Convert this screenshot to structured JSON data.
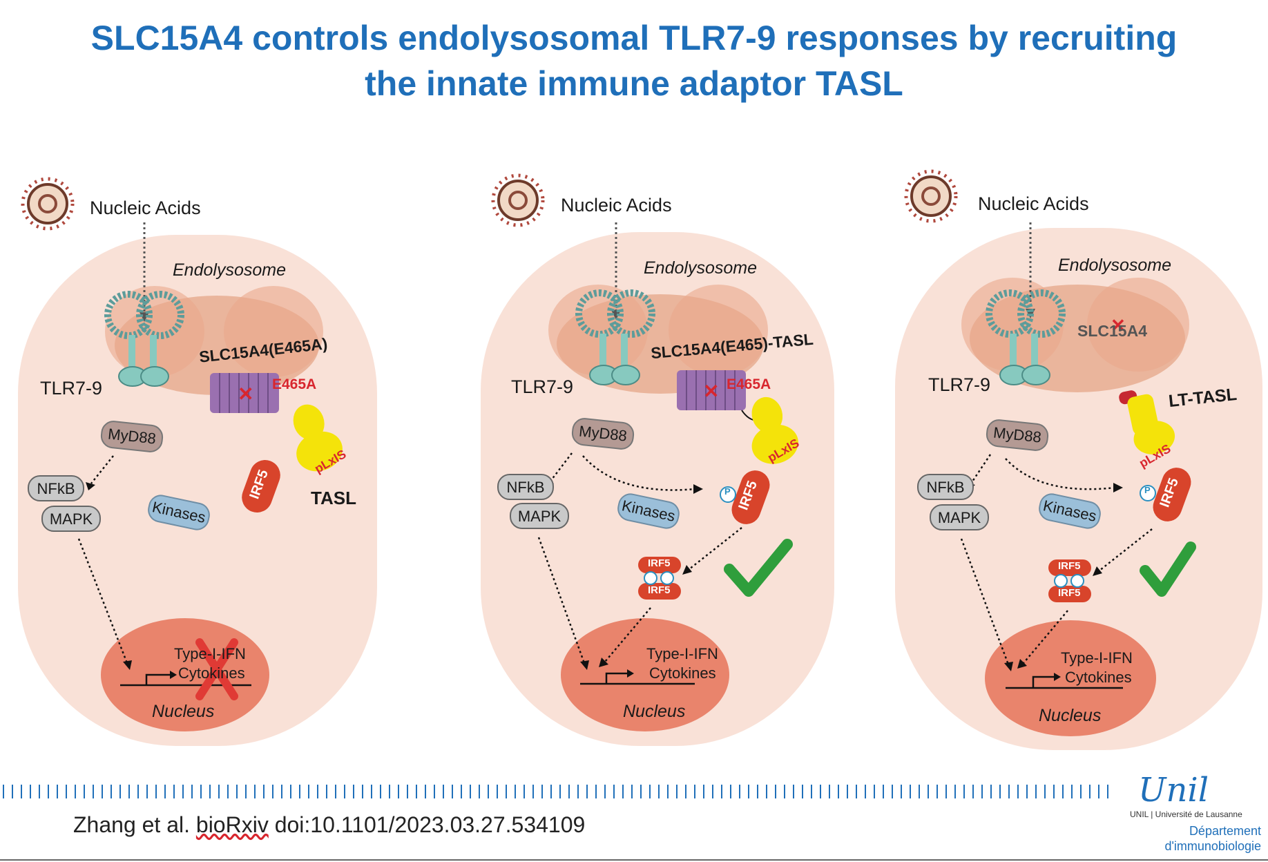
{
  "title_line1": "SLC15A4 controls endolysosomal TLR7-9 responses by recruiting",
  "title_line2": "the innate immune adaptor TASL",
  "panel1": {
    "nucleic_acids": "Nucleic Acids",
    "endolysosome": "Endolysosome",
    "tlr": "TLR7-9",
    "slc": "SLC15A4(E465A)",
    "mutation": "E465A",
    "myd88": "MyD88",
    "nfkb": "NFkB",
    "mapk": "MAPK",
    "kinases": "Kinases",
    "irf5": "IRF5",
    "plxis": "pLxIS",
    "tasl": "TASL",
    "type_ifn": "Type-I-IFN",
    "cytokines": "Cytokines",
    "nucleus": "Nucleus"
  },
  "panel2": {
    "nucleic_acids": "Nucleic Acids",
    "endolysosome": "Endolysosome",
    "tlr": "TLR7-9",
    "slc": "SLC15A4(E465)-TASL",
    "mutation": "E465A",
    "myd88": "MyD88",
    "nfkb": "NFkB",
    "mapk": "MAPK",
    "kinases": "Kinases",
    "irf5": "IRF5",
    "irf5_dimer_top": "IRF5",
    "irf5_dimer_bottom": "IRF5",
    "plxis": "pLxIS",
    "p": "P",
    "type_ifn": "Type-I-IFN",
    "cytokines": "Cytokines",
    "nucleus": "Nucleus"
  },
  "panel3": {
    "nucleic_acids": "Nucleic Acids",
    "endolysosome": "Endolysosome",
    "tlr": "TLR7-9",
    "slc": "SLC15A4",
    "lt_tasl": "LT-TASL",
    "myd88": "MyD88",
    "nfkb": "NFkB",
    "mapk": "MAPK",
    "kinases": "Kinases",
    "irf5": "IRF5",
    "irf5_dimer_top": "IRF5",
    "irf5_dimer_bottom": "IRF5",
    "plxis": "pLxIS",
    "p": "P",
    "type_ifn": "Type-I-IFN",
    "cytokines": "Cytokines",
    "nucleus": "Nucleus"
  },
  "citation": {
    "prefix": "Zhang et al. ",
    "journal": "bioRxiv",
    "doi": " doi:10.1101/2023.03.27.534109"
  },
  "logo": {
    "script": "Unil",
    "line": "UNIL | Université de Lausanne",
    "dept1": "Département",
    "dept2": "d'immunobiologie"
  },
  "colors": {
    "title": "#1f6fb9",
    "cell": "#f9e1d7",
    "endosome": "#eab59c",
    "nucleus": "#e9846c",
    "slc": "#9a70b0",
    "tasl": "#f4e30a",
    "irf5": "#d8442b",
    "check": "#2f9e3c",
    "cross": "#e03a35"
  }
}
